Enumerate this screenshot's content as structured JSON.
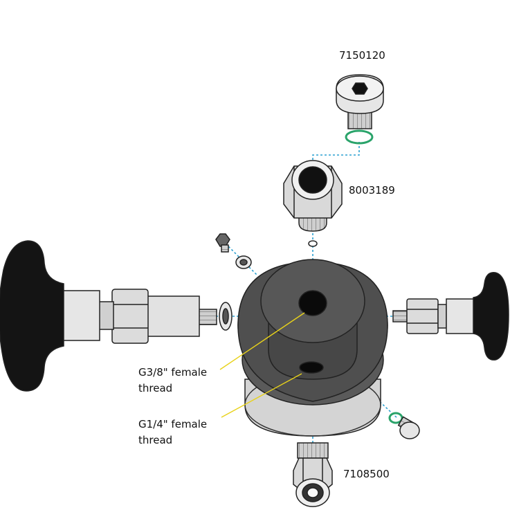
{
  "parts": {
    "top_plug": {
      "part_number": "7150120"
    },
    "adapter": {
      "part_number": "8003189"
    },
    "bottom_fitting": {
      "part_number": "7108500"
    }
  },
  "callouts": [
    {
      "line1": "G3/8\" female",
      "line2": "thread"
    },
    {
      "line1": "G1/4\" female",
      "line2": "thread"
    }
  ],
  "colors": {
    "body_dark": "#4a4a4a",
    "body_mid": "#5a5a5a",
    "body_rim": "#6a6a6a",
    "bottom_band": "#d4d4d4",
    "knob": "#141414",
    "metal": "#e2e2e2",
    "outline": "#222222",
    "axis_line": "#2aa0d0",
    "callout_line": "#e8d21a",
    "o_ring": "#2aa36a"
  }
}
